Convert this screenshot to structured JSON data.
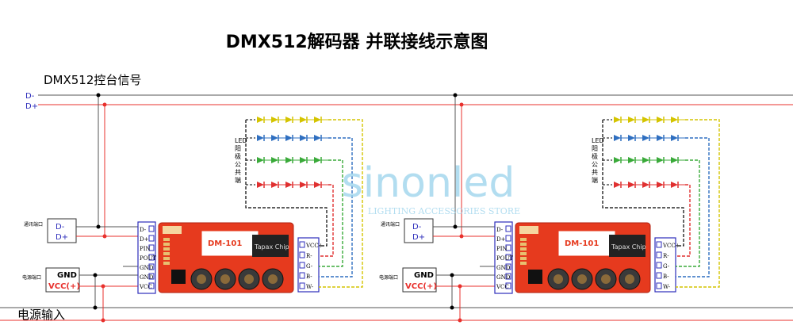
{
  "title": "DMX512解码器 并联接线示意图",
  "bus_label": "DMX512控台信号",
  "bus_lines": {
    "d_minus": "D-",
    "d_plus": "D+"
  },
  "power_input_label": "电源输入",
  "watermark": {
    "main": "sinonled",
    "sub": "LIGHTING ACCESSORIES STORE"
  },
  "colors": {
    "red_line": "#e8302c",
    "gray_line": "#555555",
    "pcb": "#e63a1e",
    "led_yellow": "#d4c400",
    "led_blue": "#2f6fc0",
    "led_green": "#3aaa3a",
    "led_red": "#e03030",
    "terminal_blue": "#2d2dbb",
    "watermark": "#9fd4ec"
  },
  "modules": [
    {
      "signal_box": {
        "side_label": "通讯端口",
        "pins": [
          "D-",
          "D+"
        ]
      },
      "power_box": {
        "side_label": "电源端口",
        "gnd": "GND",
        "vcc": "VCC(+)"
      },
      "left_terminal": [
        "D-",
        "D+",
        "PIN",
        "POUT",
        "GND",
        "GND",
        "VCC"
      ],
      "right_terminal": [
        "VCC+",
        "R-",
        "G-",
        "B-",
        "W-"
      ],
      "board_model": "DM-101",
      "chip_text": "Tapax Chip",
      "led_label": "LED阳极公共端"
    },
    {
      "signal_box": {
        "side_label": "通讯端口",
        "pins": [
          "D-",
          "D+"
        ]
      },
      "power_box": {
        "side_label": "电源端口",
        "gnd": "GND",
        "vcc": "VCC(+)"
      },
      "left_terminal": [
        "D-",
        "D+",
        "PIN",
        "POUT",
        "GND",
        "GND",
        "VCC"
      ],
      "right_terminal": [
        "VCC+",
        "R-",
        "G-",
        "B-",
        "W-"
      ],
      "board_model": "DM-101",
      "chip_text": "Tapax Chip",
      "led_label": "LED阳极公共端"
    }
  ]
}
